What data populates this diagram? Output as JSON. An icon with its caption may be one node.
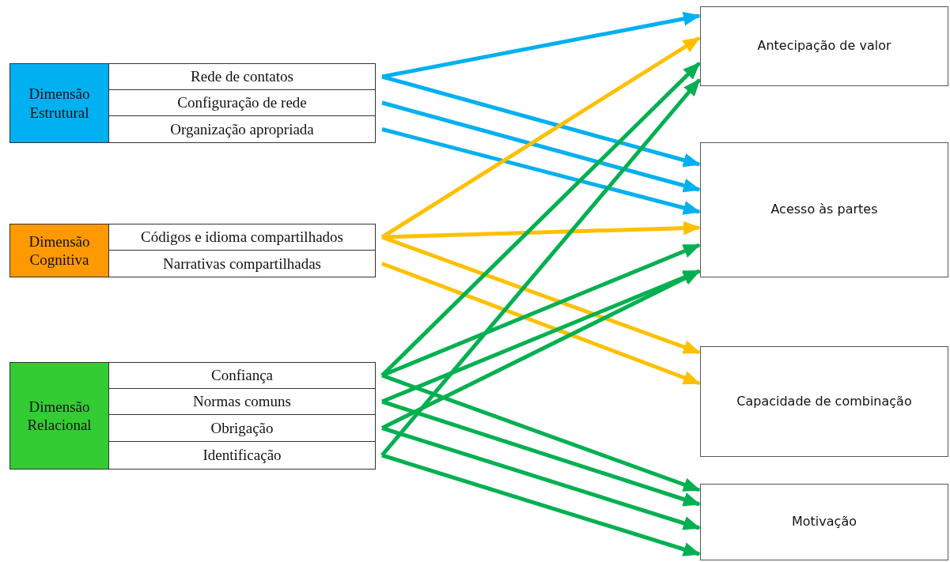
{
  "diagram": {
    "nodes": [
      {
        "text": [
          "Dimensão Estrutural"
        ]
      },
      {
        "text": [
          "Rede de contatos"
        ]
      },
      {
        "text": [
          "Configuração de rede"
        ]
      },
      {
        "text": [
          "Organização apropriada"
        ]
      },
      {
        "text": [
          "Dimensão Cognitiva"
        ]
      },
      {
        "text": [
          "Códigos e idioma compartilhados"
        ]
      },
      {
        "text": [
          "Narrativas compartilhadas"
        ]
      },
      {
        "text": [
          "Dimensão Relacional"
        ]
      },
      {
        "text": [
          "Confiança"
        ]
      },
      {
        "text": [
          "Normas comuns"
        ]
      },
      {
        "text": [
          "Obrigação"
        ]
      },
      {
        "text": [
          "Identificação"
        ]
      },
      {
        "text": [
          "Antecipação de valor"
        ]
      },
      {
        "text": [
          "Acesso às partes"
        ]
      },
      {
        "text": [
          "Capacidade de combinação"
        ]
      },
      {
        "text": [
          "Motivação"
        ]
      }
    ],
    "edges": [
      {
        "from": 1,
        "to": 12,
        "arrow": "to",
        "color": "#00b0f0"
      },
      {
        "from": 1,
        "to": 13,
        "arrow": "to",
        "color": "#00b0f0"
      },
      {
        "from": 2,
        "to": 13,
        "arrow": "to",
        "color": "#00b0f0"
      },
      {
        "from": 3,
        "to": 13,
        "arrow": "to",
        "color": "#00b0f0"
      },
      {
        "from": 5,
        "to": 12,
        "arrow": "to",
        "color": "#ffc000"
      },
      {
        "from": 5,
        "to": 13,
        "arrow": "to",
        "color": "#ffc000"
      },
      {
        "from": 5,
        "to": 14,
        "arrow": "to",
        "color": "#ffc000"
      },
      {
        "from": 6,
        "to": 14,
        "arrow": "to",
        "color": "#ffc000"
      },
      {
        "from": 8,
        "to": 12,
        "arrow": "to"
      },
      {
        "from": 8,
        "to": 13,
        "arrow": "to"
      },
      {
        "from": 8,
        "to": 15,
        "arrow": "to"
      },
      {
        "from": 9,
        "to": 13,
        "arrow": "to"
      },
      {
        "from": 9,
        "to": 15,
        "arrow": "to"
      },
      {
        "from": 10,
        "to": 13,
        "arrow": "to"
      },
      {
        "from": 10,
        "to": 15,
        "arrow": "to"
      },
      {
        "from": 11,
        "to": 12,
        "arrow": "to"
      },
      {
        "from": 11,
        "to": 15,
        "arrow": "to"
      }
    ]
  }
}
